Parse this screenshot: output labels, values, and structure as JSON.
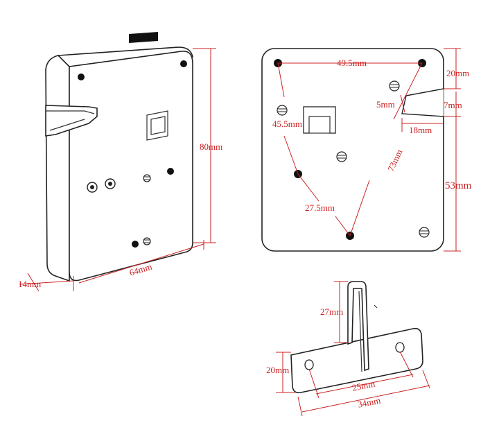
{
  "colors": {
    "dimension": "#cc2222",
    "outline": "#222222",
    "background": "#ffffff"
  },
  "views": {
    "lock_body": {
      "height_label": "80mm",
      "width_label": "64mm",
      "depth_label": "14mm"
    },
    "mounting_face": {
      "top_hole_spacing_label": "49.5mm",
      "left_diagonal_label": "45.5mm",
      "lower_left_label": "27.5mm",
      "right_diagonal_label": "73mm",
      "top_offset_label": "20mm",
      "slot_height_label": "7mm",
      "slot_depth_small_label": "5mm",
      "slot_length_label": "18mm",
      "bottom_offset_label": "53mm"
    },
    "strike_plate": {
      "pin_height_label": "27mm",
      "plate_height_label": "20mm",
      "hole_spacing_label": "25mm",
      "plate_width_label": "34mm"
    }
  }
}
